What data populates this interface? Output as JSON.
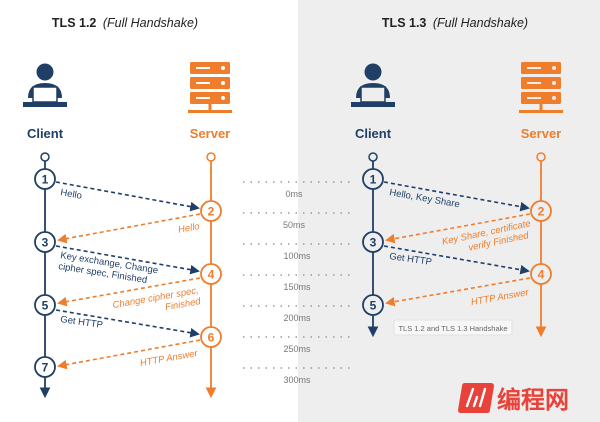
{
  "colors": {
    "client": "#1f3f66",
    "server": "#ef7d2c",
    "text_dark": "#222222",
    "time_text": "#777777",
    "right_bg": "#eeeeee",
    "left_bg": "#ffffff",
    "watermark": "#e8433a"
  },
  "left": {
    "title_main": "TLS 1.2",
    "title_sub": "(Full Handshake)",
    "client_label": "Client",
    "server_label": "Server",
    "client_steps": [
      "1",
      "3",
      "5",
      "7"
    ],
    "server_steps": [
      "2",
      "4",
      "6"
    ],
    "messages": [
      {
        "text": "Hello"
      },
      {
        "text": "Hello"
      },
      {
        "text": "Key exchange, Change"
      },
      {
        "text": "cipher spec, Finished"
      },
      {
        "text": "Change cipher spec,"
      },
      {
        "text": "Finished"
      },
      {
        "text": "Get HTTP"
      },
      {
        "text": "HTTP Answer"
      }
    ]
  },
  "right": {
    "title_main": "TLS 1.3",
    "title_sub": "(Full Handshake)",
    "client_label": "Client",
    "server_label": "Server",
    "client_steps": [
      "1",
      "3",
      "5"
    ],
    "server_steps": [
      "2",
      "4"
    ],
    "messages": [
      {
        "text": "Hello, Key Share"
      },
      {
        "text": "Key Share, certificate"
      },
      {
        "text": "verify  Finished"
      },
      {
        "text": "Get HTTP"
      },
      {
        "text": "HTTP Answer"
      }
    ],
    "tooltip": "TLS 1.2 and TLS 1.3 Handshake"
  },
  "timeline": [
    "0ms",
    "50ms",
    "100ms",
    "150ms",
    "200ms",
    "250ms",
    "300ms"
  ],
  "watermark": {
    "logo_icon": "feel-logo-icon",
    "text": "编程网"
  }
}
